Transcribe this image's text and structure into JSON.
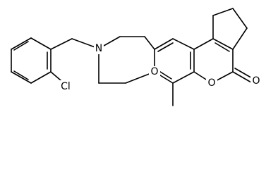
{
  "figure": {
    "kind": "chemical-structure",
    "bond_color": "#000000",
    "background": "#ffffff"
  },
  "atoms": {
    "nitrogen": "N",
    "oxazine_oxygen": "O",
    "lactone_ring_oxygen": "O",
    "carbonyl_oxygen": "O",
    "chlorine": "Cl"
  },
  "substituents": {
    "methyl": ""
  }
}
